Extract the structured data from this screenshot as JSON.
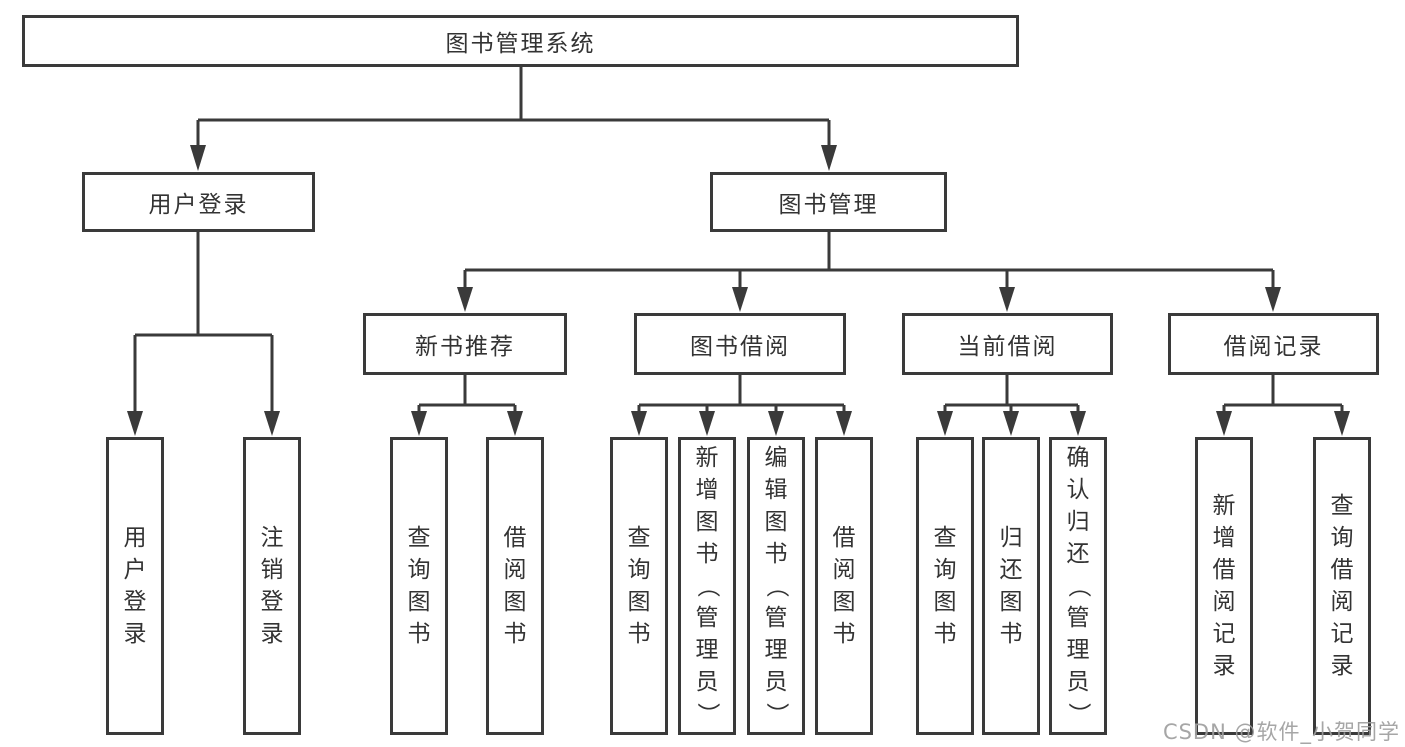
{
  "colors": {
    "line": "#3a3a3a",
    "text": "#333333",
    "background": "#ffffff",
    "watermark": "#9e9e9e"
  },
  "watermark": {
    "text": "CSDN @软件_小贺同学"
  },
  "diagram": {
    "type": "hierarchy-tree",
    "root": {
      "label": "图书管理系统"
    },
    "branches": [
      {
        "label": "用户登录",
        "children": [
          "用户登录",
          "注销登录"
        ]
      },
      {
        "label": "图书管理",
        "groups": [
          {
            "label": "新书推荐",
            "children": [
              "查询图书",
              "借阅图书"
            ]
          },
          {
            "label": "图书借阅",
            "children": [
              "查询图书",
              "新增图书（管理员）",
              "编辑图书（管理员）",
              "借阅图书"
            ]
          },
          {
            "label": "当前借阅",
            "children": [
              "查询图书",
              "归还图书",
              "确认归还（管理员）"
            ]
          },
          {
            "label": "借阅记录",
            "children": [
              "新增借阅记录",
              "查询借阅记录"
            ]
          }
        ]
      }
    ]
  }
}
